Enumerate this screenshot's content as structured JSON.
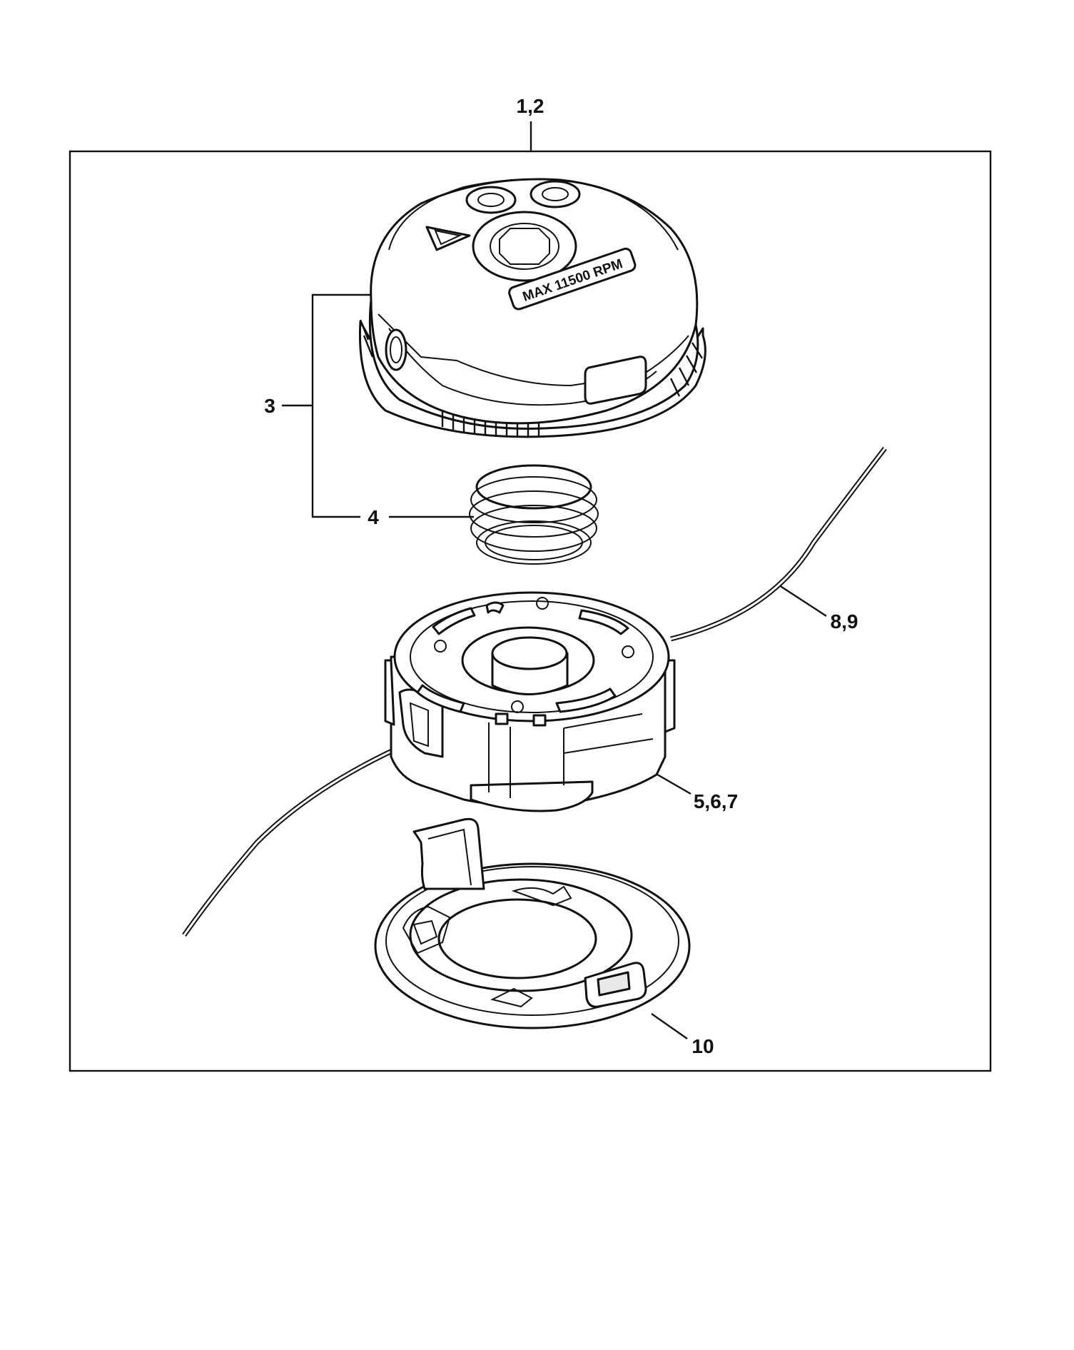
{
  "callouts": {
    "top": "1,2",
    "cap": "3",
    "spring": "4",
    "spool": "5,6,7",
    "line": "8,9",
    "cover": "10"
  },
  "cap_marking": "MAX 11500 RPM"
}
